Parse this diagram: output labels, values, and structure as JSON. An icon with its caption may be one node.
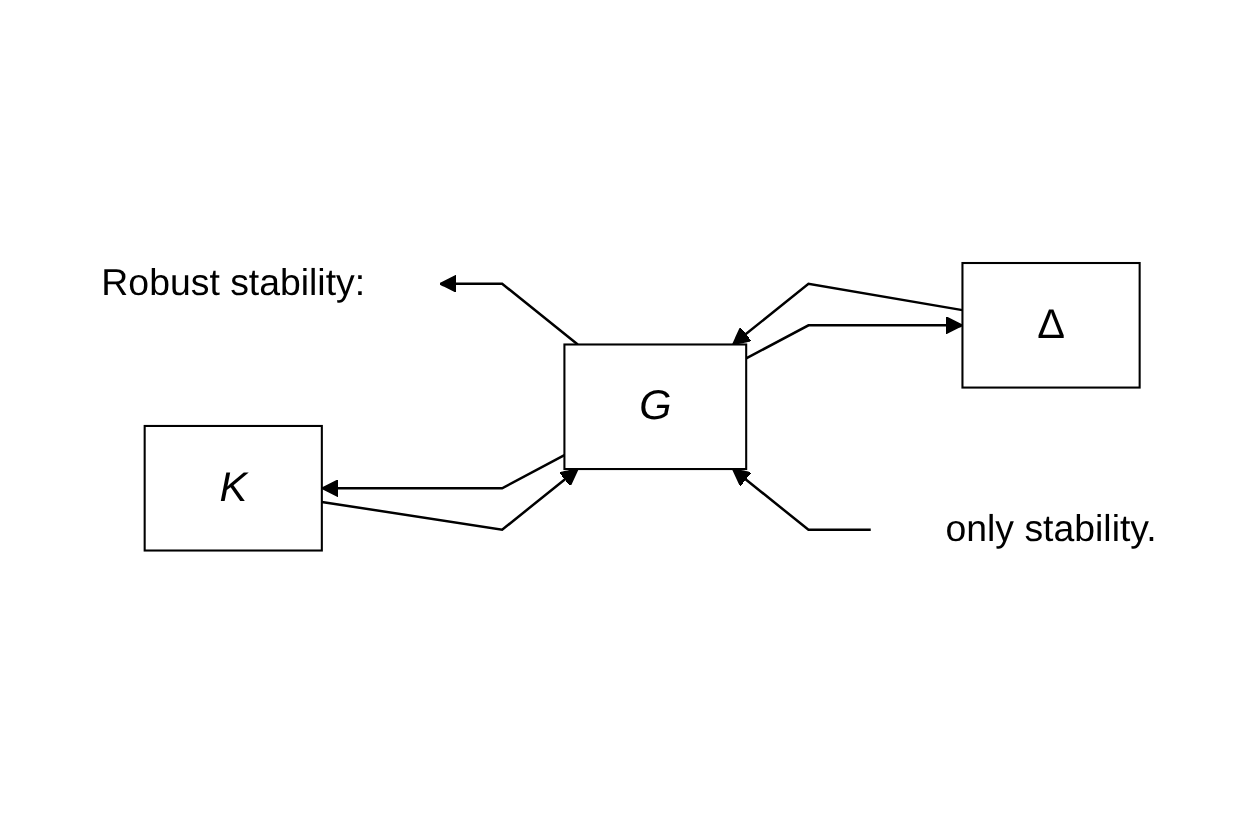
{
  "diagram": {
    "nodes": [
      {
        "text": [
          "Δ"
        ]
      },
      {
        "text": [
          "Robust stability:"
        ]
      },
      {
        "text": [
          "G"
        ]
      },
      {
        "text": [
          "only stability."
        ]
      },
      {
        "text": [
          "K"
        ]
      }
    ],
    "edges": [
      {
        "from": 2,
        "to": 0,
        "arrow": "to"
      },
      {
        "from": 0,
        "to": 2,
        "arrow": "to"
      },
      {
        "from": 2,
        "to": 1,
        "arrow": "to"
      },
      {
        "from": 3,
        "to": 2,
        "arrow": "to"
      },
      {
        "from": 2,
        "to": 4,
        "arrow": "to"
      },
      {
        "from": 4,
        "to": 2,
        "arrow": "to"
      }
    ]
  }
}
